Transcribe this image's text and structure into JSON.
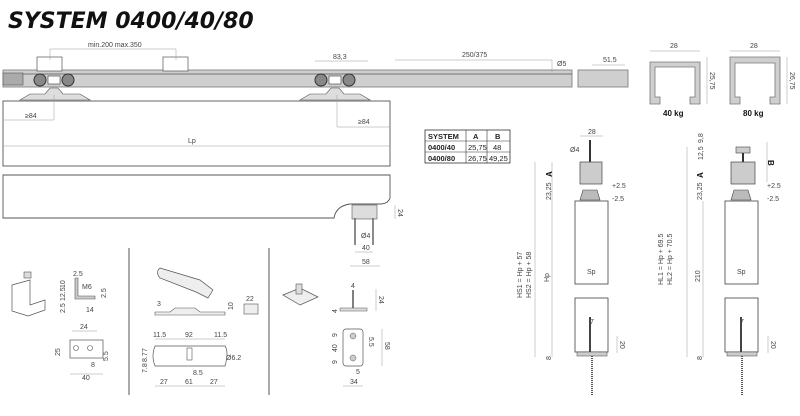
{
  "title": "SYSTEM 0400/40/80",
  "rail": {
    "pitch": "min.200  max.350",
    "trolley_width": "83,3",
    "hole_spacing": "250/375",
    "hole_dia": "Ø5",
    "end_stop": "51.5"
  },
  "profiles": [
    {
      "width": "28",
      "height": "25,75",
      "load": "40 kg"
    },
    {
      "width": "28",
      "height": "26,75",
      "load": "80 kg"
    }
  ],
  "door": {
    "min_left": "≥84",
    "min_right": "≥84",
    "length": "Lp",
    "block_height": "24",
    "screw_dia": "Ø4",
    "screw_spacing": "40",
    "block_width": "58"
  },
  "table": {
    "headers": [
      "SYSTEM",
      "A",
      "B"
    ],
    "rows": [
      [
        "0400/40",
        "25,75",
        "48"
      ],
      [
        "0400/80",
        "26,75",
        "49,25"
      ]
    ]
  },
  "hanger_short": {
    "width": "28",
    "rod_dia": "Ø4",
    "a": "A",
    "offset": "23,25",
    "plus": "+2.5",
    "minus": "-2.5",
    "hs1": "HS1 = Hp + 57",
    "hs2": "HS2 = Hp + 58",
    "hp": "Hp",
    "sp": "Sp",
    "guide_w": "7",
    "guide_h": "20",
    "bottom": "8"
  },
  "hanger_long": {
    "top": "9,8",
    "mid": "12,5",
    "b": "B",
    "a": "A",
    "offset": "23,25",
    "plus": "+2.5",
    "minus": "-2.5",
    "hl1": "HL1 = Hp + 69.5",
    "hl2": "HL2 = Hp + 70.5",
    "height": "210",
    "sp": "Sp",
    "guide_w": "7",
    "guide_h": "20",
    "bottom": "8"
  },
  "bracket": {
    "d1": "2.5",
    "d2": "10",
    "d3": "12.5",
    "d4": "2.5",
    "thread": "M6",
    "d5": "2.5",
    "d6": "14",
    "w": "24",
    "h": "25",
    "d7": "5.5",
    "d8": "8",
    "total": "40"
  },
  "plate": {
    "thick": "3",
    "height": "10",
    "depth": "22",
    "e1": "11.5",
    "span": "92",
    "e2": "11.5",
    "v1": "7",
    "v2": "8.7",
    "v3": "7.8",
    "hole": "Ø6.2",
    "slot": "8.5",
    "b1": "27",
    "b2": "61",
    "b3": "27"
  },
  "guide": {
    "pin": "4",
    "base": "4",
    "height": "24",
    "m1": "9",
    "m2": "40",
    "m3": "9",
    "side": "5.5",
    "length": "58",
    "slot": "5",
    "width": "34"
  }
}
